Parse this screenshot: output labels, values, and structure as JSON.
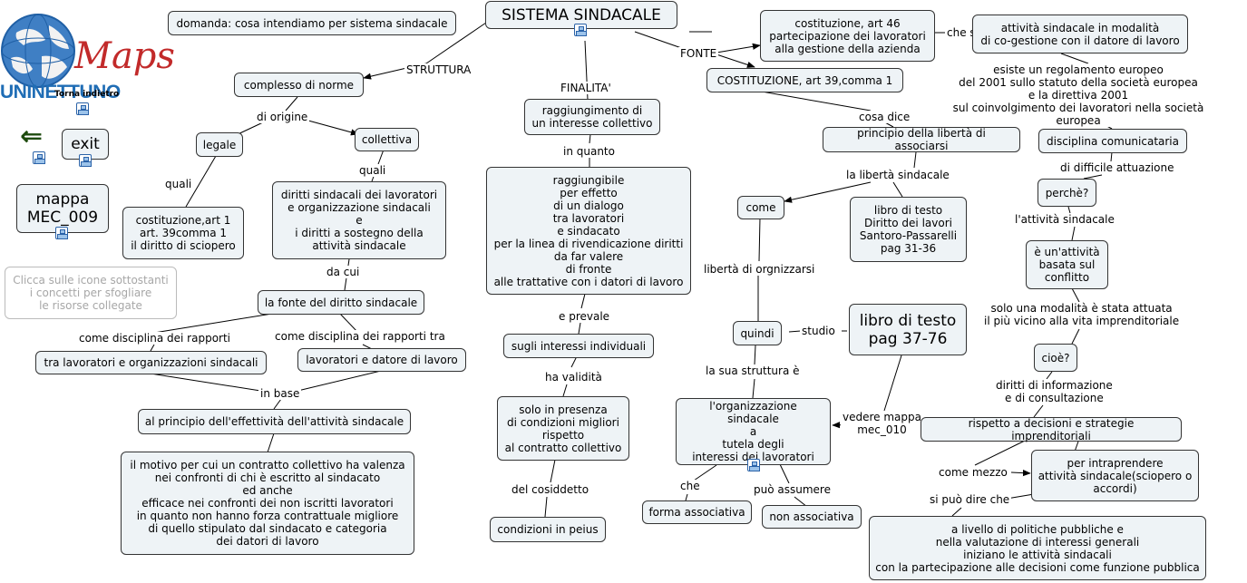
{
  "logo": {
    "maps": "Maps",
    "brand": "UNINETTUNO",
    "back_label": "Torna indietro"
  },
  "nav": {
    "exit_label": "exit",
    "map_label": "mappa\nMEC_009",
    "back_arrow": "⇐"
  },
  "hint": "Clicca sulle icone sottostanti\ni concetti per sfogliare\nle risorse collegate",
  "question": "domanda: cosa intendiamo per sistema sindacale",
  "nodes": {
    "root": "SISTEMA SINDACALE",
    "complesso": "complesso di norme",
    "legale": "legale",
    "collettiva": "collettiva",
    "costituzione_art1": "costituzione,art 1\nart. 39comma 1\nil diritto di sciopero",
    "diritti_sindacali": "diritti sindacali dei lavoratori\ne organizzazione sindacali\ne\ni diritti a sostegno della\nattività sindacale",
    "fonte_diritto": "la fonte del diritto sindacale",
    "tra_lavoratori": "tra lavoratori e organizzazioni sindacali",
    "lavoratori_datore": "lavoratori e datore di lavoro",
    "principio_effettivita": "al principio dell'effettività dell'attività sindacale",
    "motivo": "il motivo per cui un contratto collettivo ha valenza\nnei confronti di chi è escritto al sindacato\ned anche\nefficace nei confronti dei non iscritti lavoratori\nin quanto non hanno forza contrattuale migliore\ndi quello stipulato dal sindacato e categoria\ndei datori di lavoro",
    "raggiungimento": "raggiungimento di\nun interesse collettivo",
    "raggiungibile": "raggiungibile\nper effetto\ndi un dialogo\ntra lavoratori\ne sindacato\nper la linea di rivendicazione diritti\nda far valere\ndi fronte\nalle trattative con i datori di lavoro",
    "interessi_individuali": "sugli interessi individuali",
    "solo_presenza": "solo in presenza\ndi condizioni migliori\nrispetto\nal contratto collettivo",
    "condizioni_peius": "condizioni in peius",
    "costituzione_art46": "costituzione, art 46\npartecipazione dei lavoratori\nalla gestione della azienda",
    "costituzione_art39": "COSTITUZIONE, art 39,comma 1",
    "attivita_cogestione": "attività sindacale in modalità\ndi co-gestione con il datore di lavoro",
    "principio_liberta": "principio della libertà di associarsi",
    "come": "come",
    "libro_31": "libro di testo\nDiritto dei lavori\nSantoro-Passarelli\npag 31-36",
    "quindi": "quindi",
    "libro_37": "libro di testo\npag 37-76",
    "organizzazione": "l'organizzazione sindacale\na\ntutela degli\ninteressi dei lavoratori",
    "forma_associativa": "forma associativa",
    "non_associativa": "non associativa",
    "disciplina_comunicataria": "disciplina comunicataria",
    "perche": "perchè?",
    "attivita_conflitto": "è un'attività\nbasata sul\nconflitto",
    "cioe": "cioè?",
    "rispetto_decisioni": "rispetto a decisioni e strategie imprenditoriali",
    "intraprendere": "per intraprendere\nattività sindacale(sciopero o\naccordi)",
    "livello_politiche": "a livello di politiche pubbliche e\nnella valutazione di interessi generali\niniziano le attività sindacali\ncon la partecipazione alle decisioni come funzione pubblica"
  },
  "labels": {
    "struttura": "STRUTTURA",
    "finalita": "FINALITA'",
    "fonte": "FONTE",
    "di_origine": "di origine",
    "quali_1": "quali",
    "quali_2": "quali",
    "da_cui": "da cui",
    "disciplina_rapporti": "come disciplina dei rapporti",
    "disciplina_rapporti_tra": "come disciplina dei rapporti tra",
    "in_base": "in base",
    "in_quanto": "in quanto",
    "e_prevale": "e prevale",
    "ha_validita": "ha validità",
    "del_cosiddetto": "del cosiddetto",
    "che_s": "che s",
    "cosa_dice": "cosa dice",
    "liberta_sindacale": "la libertà sindacale",
    "liberta_organizzarsi": "libertà di orgnizzarsi",
    "studio": "studio",
    "sua_struttura": "la sua struttura è",
    "vedere_mappa": "vedere mappa\nmec_010",
    "che": "che",
    "puo_assumere": "può assumere",
    "regolamento": "esiste un regolamento europeo\ndel 2001 sullo statuto della società europea\ne la direttiva 2001\nsul coinvolgimento dei lavoratori nella società europea",
    "difficile": "di difficile attuazione",
    "attivita_sindacale": "l'attività sindacale",
    "solo_modalita": "solo una modalità è stata attuata\nil più vicino alla vita imprenditoriale",
    "diritti_informazione": "diritti di informazione\ne di consultazione",
    "come_mezzo": "come mezzo",
    "si_puo_dire": "si può dire che"
  }
}
